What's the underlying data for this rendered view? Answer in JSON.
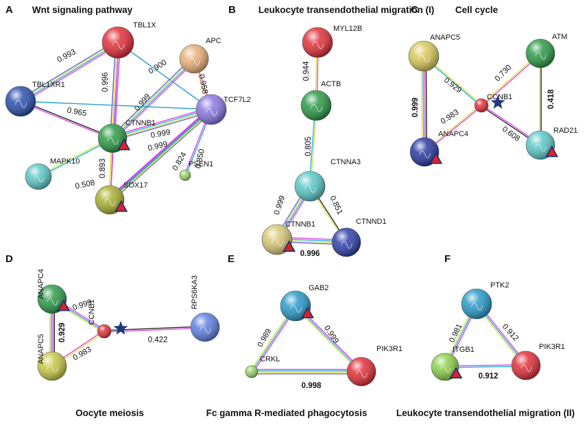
{
  "figure": {
    "panels": [
      {
        "id": "A",
        "letter": "A",
        "title": "Wnt signaling pathway",
        "nodes": [
          {
            "id": "TBL1X",
            "label": "TBL1X",
            "color": "#e0303a"
          },
          {
            "id": "APC",
            "label": "APC",
            "color": "#e8b07a"
          },
          {
            "id": "TBL1XR1",
            "label": "TBL1XR1",
            "color": "#2a4fae"
          },
          {
            "id": "TCF7L2",
            "label": "TCF7L2",
            "color": "#8c78e0"
          },
          {
            "id": "CTNNB1",
            "label": "CTNNB1",
            "color": "#2e9a48",
            "marker": "triangle"
          },
          {
            "id": "MAPK10",
            "label": "MAPK10",
            "color": "#5cc8c8"
          },
          {
            "id": "PSEN1",
            "label": "PSEN1",
            "color": "#9ad56c"
          },
          {
            "id": "SOX17",
            "label": "SOX17",
            "color": "#a8b032",
            "marker": "triangle"
          }
        ],
        "edges": [
          {
            "from": "TBL1X",
            "to": "TBL1XR1",
            "score": "0.993",
            "colors": [
              "#e040e0",
              "#20b0e0",
              "#e0e040",
              "#6060e0"
            ]
          },
          {
            "from": "TBL1X",
            "to": "CTNNB1",
            "score": "0.996",
            "colors": [
              "#e040e0",
              "#20b0e0",
              "#e0e040",
              "#6060e0"
            ]
          },
          {
            "from": "TBL1X",
            "to": "TCF7L2",
            "score": "0.900",
            "colors": [
              "#20a0c8"
            ]
          },
          {
            "from": "APC",
            "to": "CTNNB1",
            "score": "0.999",
            "colors": [
              "#e040e0",
              "#20b0e0",
              "#e0e040",
              "#6060e0"
            ]
          },
          {
            "from": "APC",
            "to": "TCF7L2",
            "score": "0.958",
            "colors": [
              "#e040e0",
              "#e0e040"
            ]
          },
          {
            "from": "TBL1XR1",
            "to": "CTNNB1",
            "score": "0.965",
            "colors": [
              "#222222",
              "#e040e0"
            ]
          },
          {
            "from": "TBL1XR1",
            "to": "TCF7L2",
            "score": "",
            "colors": [
              "#20a0c8"
            ]
          },
          {
            "from": "CTNNB1",
            "to": "TCF7L2",
            "score": "0.999",
            "colors": [
              "#e040e0",
              "#20b0e0",
              "#e0e040",
              "#6060e0"
            ]
          },
          {
            "from": "MAPK10",
            "to": "CTNNB1",
            "score": "0.508",
            "colors": [
              "#e0e040",
              "#20b0e0"
            ]
          },
          {
            "from": "CTNNB1",
            "to": "SOX17",
            "score": "0.893",
            "colors": [
              "#e040e0",
              "#e0e040"
            ]
          },
          {
            "from": "SOX17",
            "to": "TCF7L2",
            "score": "0.999",
            "colors": [
              "#e040e0",
              "#20b0e0",
              "#e0e040",
              "#6060e0"
            ]
          },
          {
            "from": "PSEN1",
            "to": "TCF7L2",
            "score": "0.850",
            "colors": [
              "#e040e0",
              "#20b0e0"
            ]
          },
          {
            "from": "SOX17",
            "to": "TCF7L2",
            "score": "0.824",
            "colors": [
              "#e040e0",
              "#20b0e0",
              "#e0e040"
            ]
          },
          {
            "from": "TBL1X",
            "to": "SOX17",
            "score": "",
            "colors": [
              "#e040e0",
              "#e0e040"
            ]
          }
        ]
      },
      {
        "id": "B",
        "letter": "B",
        "title": "Leukocyte transendothelial migration (I)",
        "nodes": [
          {
            "id": "MYL12B",
            "label": "MYL12B",
            "color": "#e0303a"
          },
          {
            "id": "ACTB",
            "label": "ACTB",
            "color": "#2e9a48"
          },
          {
            "id": "CTNNA3",
            "label": "CTNNA3",
            "color": "#5cc8c8"
          },
          {
            "id": "CTNNB1",
            "label": "CTNNB1",
            "color": "#d8c87a",
            "marker": "triangle"
          },
          {
            "id": "CTNND1",
            "label": "CTNND1",
            "color": "#3040a8"
          }
        ],
        "edges": [
          {
            "from": "MYL12B",
            "to": "ACTB",
            "score": "0.944",
            "colors": [
              "#e040e0",
              "#e0e040"
            ]
          },
          {
            "from": "ACTB",
            "to": "CTNNA3",
            "score": "0.805",
            "colors": [
              "#e0e040",
              "#20b0e0"
            ]
          },
          {
            "from": "CTNNA3",
            "to": "CTNNB1",
            "score": "0.999",
            "colors": [
              "#e040e0",
              "#20b0e0",
              "#e0e040",
              "#6060e0"
            ]
          },
          {
            "from": "CTNNA3",
            "to": "CTNND1",
            "score": "0.851",
            "colors": [
              "#222222",
              "#e0e040"
            ]
          },
          {
            "from": "CTNNB1",
            "to": "CTNND1",
            "score": "0.996",
            "colors": [
              "#e040e0",
              "#20b0e0",
              "#e0e040",
              "#6060e0"
            ],
            "bold": true
          }
        ]
      },
      {
        "id": "C",
        "letter": "C",
        "title": "Cell cycle",
        "nodes": [
          {
            "id": "ANAPC5",
            "label": "ANAPC5",
            "color": "#d8c85a"
          },
          {
            "id": "ATM",
            "label": "ATM",
            "color": "#2e9a48"
          },
          {
            "id": "CCNB1",
            "label": "CCNB1",
            "color": "#e0303a",
            "marker": "star"
          },
          {
            "id": "ANAPC4",
            "label": "ANAPC4",
            "color": "#2a3aa0",
            "marker": "triangle"
          },
          {
            "id": "RAD21",
            "label": "RAD21",
            "color": "#5cc8c8",
            "marker": "triangle"
          }
        ],
        "edges": [
          {
            "from": "ANAPC5",
            "to": "CCNB1",
            "score": "0.929",
            "colors": [
              "#e0e040",
              "#20b0e0"
            ]
          },
          {
            "from": "ATM",
            "to": "CCNB1",
            "score": "0.730",
            "colors": [
              "#e040e0",
              "#e0e040"
            ]
          },
          {
            "from": "ANAPC5",
            "to": "ANAPC4",
            "score": "0.999",
            "colors": [
              "#222222",
              "#e040e0",
              "#20b0e0",
              "#e0e040"
            ],
            "bold": true
          },
          {
            "from": "CCNB1",
            "to": "ANAPC4",
            "score": "0.983",
            "colors": [
              "#e040e0",
              "#e0e040"
            ]
          },
          {
            "from": "CCNB1",
            "to": "RAD21",
            "score": "0.608",
            "colors": [
              "#e040e0",
              "#222222"
            ]
          },
          {
            "from": "ATM",
            "to": "RAD21",
            "score": "0.418",
            "colors": [
              "#222222",
              "#e0e040"
            ],
            "bold": true
          }
        ]
      },
      {
        "id": "D",
        "letter": "D",
        "title": "Oocyte meiosis",
        "nodes": [
          {
            "id": "ANAPC4",
            "label": "ANAPC4",
            "color": "#2e9a48",
            "marker": "triangle",
            "rotated": true
          },
          {
            "id": "ANAPC5",
            "label": "ANAPC5",
            "color": "#c8c848",
            "rotated": true
          },
          {
            "id": "CCNB1",
            "label": "CCNB1",
            "color": "#e0303a",
            "marker": "star",
            "rotated": true
          },
          {
            "id": "RPS6KA3",
            "label": "RPS6KA3",
            "color": "#6080e0",
            "rotated": true
          }
        ],
        "edges": [
          {
            "from": "ANAPC4",
            "to": "CCNB1",
            "score": "0.999",
            "colors": [
              "#e040e0",
              "#20b0e0",
              "#e0e040"
            ]
          },
          {
            "from": "ANAPC4",
            "to": "ANAPC5",
            "score": "0.929",
            "colors": [
              "#222222",
              "#e040e0",
              "#20b0e0",
              "#e0e040"
            ],
            "bold": true
          },
          {
            "from": "ANAPC5",
            "to": "CCNB1",
            "score": "0.983",
            "colors": [
              "#e040e0",
              "#e0e040"
            ]
          },
          {
            "from": "CCNB1",
            "to": "RPS6KA3",
            "score": "0.422",
            "colors": [
              "#222222",
              "#e040e0"
            ]
          }
        ]
      },
      {
        "id": "E",
        "letter": "E",
        "title": "Fc gamma R-mediated phagocytosis",
        "nodes": [
          {
            "id": "GAB2",
            "label": "GAB2",
            "color": "#2a9ac8",
            "marker": "triangle"
          },
          {
            "id": "CRKL",
            "label": "CRKL",
            "color": "#9ad56c"
          },
          {
            "id": "PIK3R1",
            "label": "PIK3R1",
            "color": "#e0303a"
          }
        ],
        "edges": [
          {
            "from": "GAB2",
            "to": "CRKL",
            "score": "0.989",
            "colors": [
              "#e040e0",
              "#20b0e0",
              "#e0e040"
            ]
          },
          {
            "from": "GAB2",
            "to": "PIK3R1",
            "score": "0.999",
            "colors": [
              "#e040e0",
              "#20b0e0",
              "#e0e040"
            ]
          },
          {
            "from": "CRKL",
            "to": "PIK3R1",
            "score": "0.998",
            "colors": [
              "#e040e0",
              "#20b0e0",
              "#e0e040",
              "#6060e0"
            ],
            "bold": true
          }
        ]
      },
      {
        "id": "F",
        "letter": "F",
        "title": "Leukocyte transendothelial migration (II)",
        "nodes": [
          {
            "id": "PTK2",
            "label": "PTK2",
            "color": "#2a9ac8"
          },
          {
            "id": "ITGB1",
            "label": "ITGB1",
            "color": "#8ccf4a",
            "marker": "triangle"
          },
          {
            "id": "PIK3R1",
            "label": "PIK3R1",
            "color": "#e0303a"
          }
        ],
        "edges": [
          {
            "from": "PTK2",
            "to": "ITGB1",
            "score": "0.981",
            "colors": [
              "#e040e0",
              "#20b0e0",
              "#e0e040"
            ]
          },
          {
            "from": "PTK2",
            "to": "PIK3R1",
            "score": "0.912",
            "colors": [
              "#e040e0",
              "#20b0e0",
              "#e0e040"
            ]
          },
          {
            "from": "ITGB1",
            "to": "PIK3R1",
            "score": "0.912",
            "colors": [
              "#e040e0",
              "#20b0e0"
            ],
            "bold": true
          }
        ]
      }
    ]
  }
}
